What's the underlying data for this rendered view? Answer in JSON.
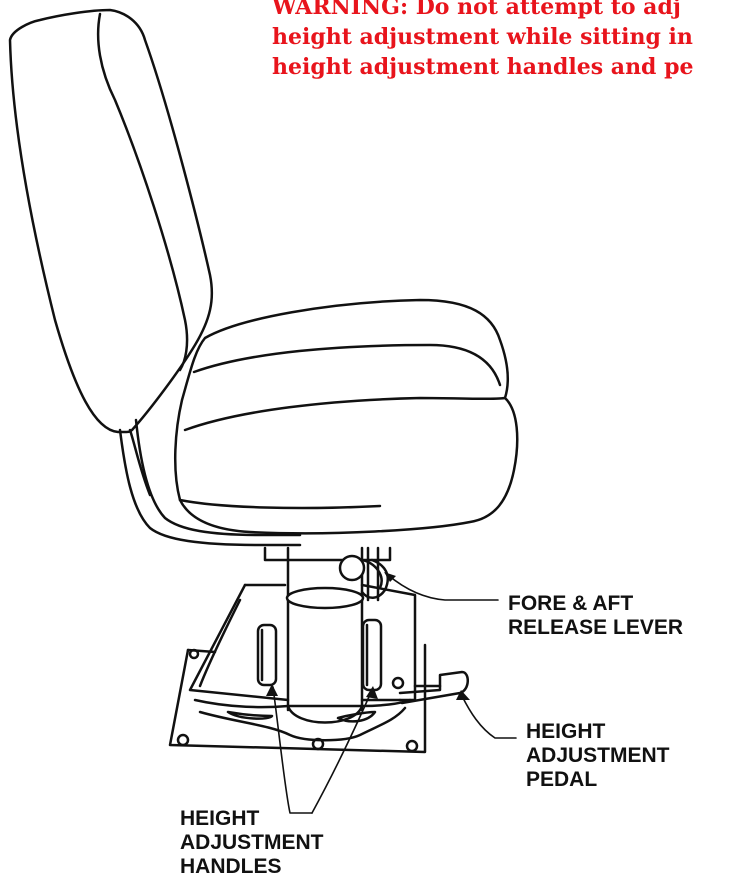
{
  "warning": {
    "lines": [
      "WARNING: Do not attempt to adj",
      "height adjustment while sitting in",
      "height adjustment handles and pe"
    ],
    "color": "#e8141c"
  },
  "callouts": {
    "fore_aft": {
      "line1": "FORE & AFT",
      "line2": "RELEASE LEVER"
    },
    "pedal": {
      "line1": "HEIGHT",
      "line2": "ADJUSTMENT",
      "line3": "PEDAL"
    },
    "handles": {
      "line1": "HEIGHT",
      "line2": "ADJUSTMENT",
      "line3": "HANDLES"
    }
  }
}
